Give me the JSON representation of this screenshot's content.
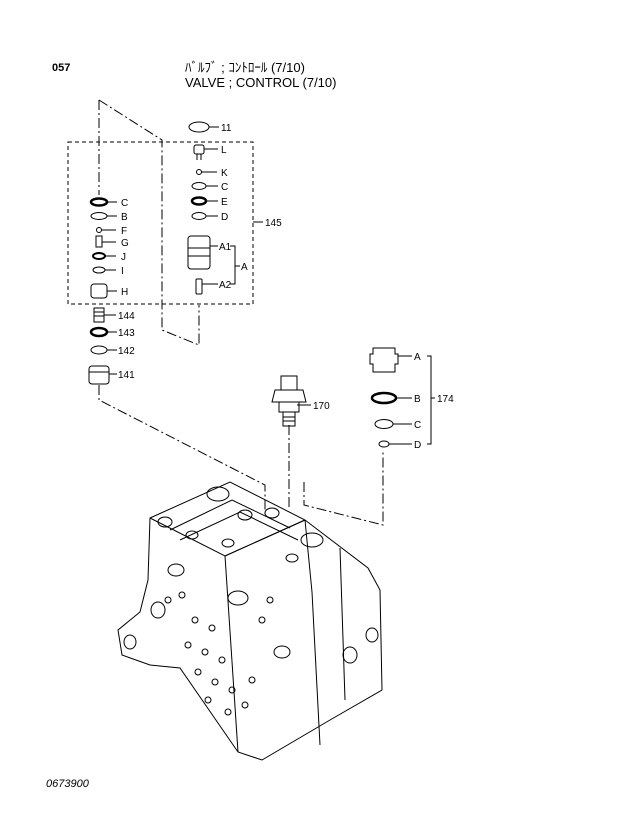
{
  "page_number": "057",
  "title_jp": "ﾊﾞﾙﾌﾞ ; ｺﾝﾄﾛｰﾙ (7/10)",
  "title_en": "VALVE ; CONTROL (7/10)",
  "drawing_number": "0673900",
  "callouts": {
    "c11": "11",
    "cL": "L",
    "cK": "K",
    "cC_r": "C",
    "cE": "E",
    "cD_r": "D",
    "cA1": "A1",
    "cA": "A",
    "cA2": "A2",
    "c145": "145",
    "cC_l": "C",
    "cB_l": "B",
    "cF": "F",
    "cG": "G",
    "cJ": "J",
    "cI": "I",
    "cH": "H",
    "c144": "144",
    "c143": "143",
    "c142": "142",
    "c141": "141",
    "c170": "170",
    "cA_174": "A",
    "cB_174": "B",
    "cC_174": "C",
    "cD_174": "D",
    "c174": "174"
  }
}
